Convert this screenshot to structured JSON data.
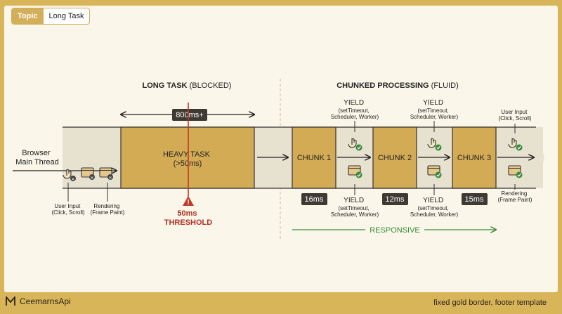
{
  "topic": {
    "label": "Topic",
    "value": "Long Task"
  },
  "diagram": {
    "left_header": {
      "bold": "LONG TASK",
      "rest": "(BLOCKED)"
    },
    "right_header": {
      "bold": "CHUNKED PROCESSING",
      "rest": "(FLUID)"
    },
    "main_thread_label": [
      "Browser",
      "Main Thread"
    ],
    "duration_badge": "800ms+",
    "heavy_task": [
      "HEAVY TASK",
      "(>50ms)"
    ],
    "threshold": [
      "50ms",
      "THRESHOLD"
    ],
    "left_captions": {
      "input": [
        "User Input",
        "(Click, Scroll)"
      ],
      "render": [
        "Rendering",
        "(Frame Paint)"
      ]
    },
    "chunks": [
      {
        "label": "CHUNK 1",
        "time": "16ms"
      },
      {
        "label": "CHUNK 2",
        "time": "12ms"
      },
      {
        "label": "CHUNK 3",
        "time": "15ms"
      }
    ],
    "yield": {
      "title": "YIELD",
      "detail": [
        "(setTimeout,",
        "Scheduler, Worker)"
      ]
    },
    "right_captions": {
      "input": [
        "User Input",
        "(Click, Scroll)"
      ],
      "render": [
        "Rendering",
        "(Frame Paint)"
      ]
    },
    "responsive": "RESPONSIVE",
    "colors": {
      "gold": "#d4ab55",
      "red": "#c0392b",
      "green": "#3a8a3a"
    }
  },
  "footer": {
    "brand": "CeemarnsApi",
    "note": "fixed gold border, footer template"
  }
}
